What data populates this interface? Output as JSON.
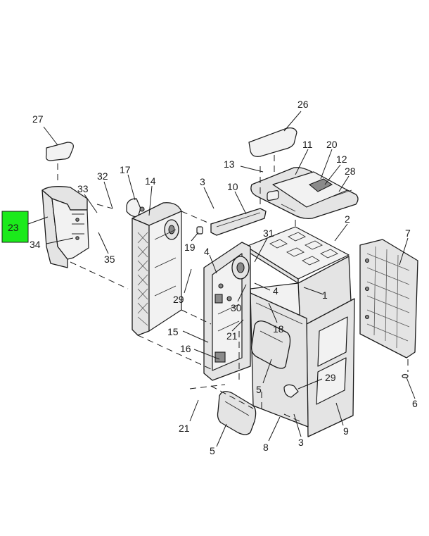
{
  "diagram": {
    "highlight_color": "#1bea1b",
    "callouts": [
      {
        "id": "c27",
        "text": "27"
      },
      {
        "id": "c26",
        "text": "26"
      },
      {
        "id": "c32",
        "text": "32"
      },
      {
        "id": "c17",
        "text": "17"
      },
      {
        "id": "c14",
        "text": "14"
      },
      {
        "id": "c33",
        "text": "33"
      },
      {
        "id": "c23",
        "text": "23",
        "highlighted": true
      },
      {
        "id": "c34",
        "text": "34"
      },
      {
        "id": "c35",
        "text": "35"
      },
      {
        "id": "c3a",
        "text": "3"
      },
      {
        "id": "c10",
        "text": "10"
      },
      {
        "id": "c13",
        "text": "13"
      },
      {
        "id": "c11",
        "text": "11"
      },
      {
        "id": "c20",
        "text": "20"
      },
      {
        "id": "c12",
        "text": "12"
      },
      {
        "id": "c28",
        "text": "28"
      },
      {
        "id": "c2",
        "text": "2"
      },
      {
        "id": "c7",
        "text": "7"
      },
      {
        "id": "c31",
        "text": "31"
      },
      {
        "id": "c19",
        "text": "19"
      },
      {
        "id": "c4a",
        "text": "4"
      },
      {
        "id": "c4b",
        "text": "4"
      },
      {
        "id": "c1",
        "text": "1"
      },
      {
        "id": "c29a",
        "text": "29"
      },
      {
        "id": "c30",
        "text": "30"
      },
      {
        "id": "c18",
        "text": "18"
      },
      {
        "id": "c21a",
        "text": "21"
      },
      {
        "id": "c15",
        "text": "15"
      },
      {
        "id": "c16",
        "text": "16"
      },
      {
        "id": "c5a",
        "text": "5"
      },
      {
        "id": "c29b",
        "text": "29"
      },
      {
        "id": "c6",
        "text": "6"
      },
      {
        "id": "c21b",
        "text": "21"
      },
      {
        "id": "c9",
        "text": "9"
      },
      {
        "id": "c5b",
        "text": "5"
      },
      {
        "id": "c8",
        "text": "8"
      },
      {
        "id": "c3b",
        "text": "3"
      }
    ]
  }
}
